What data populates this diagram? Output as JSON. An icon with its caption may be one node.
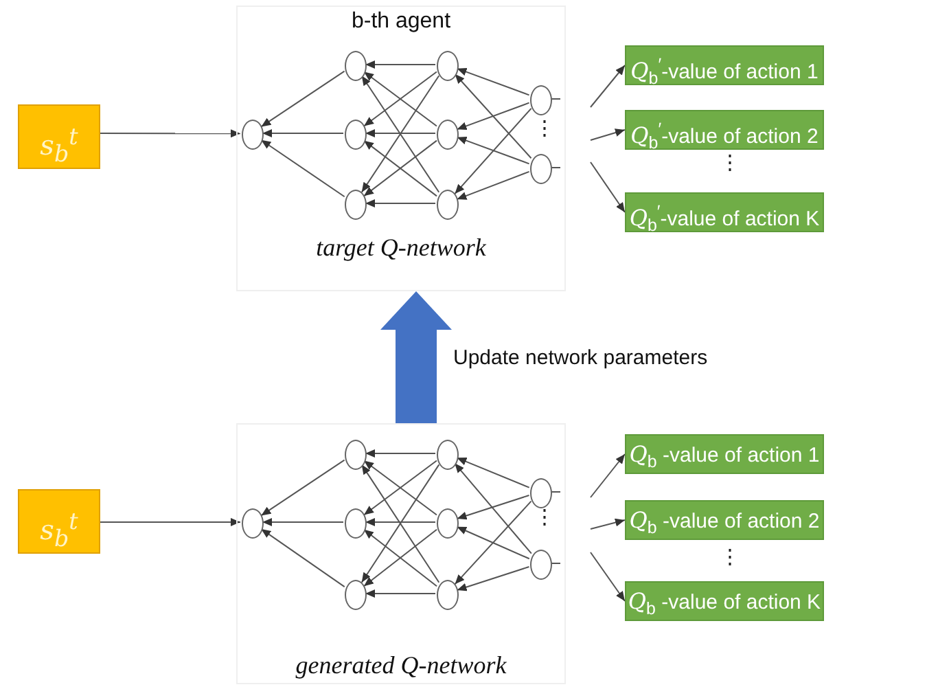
{
  "diagram": {
    "nodes": [
      {
        "text": [
          "s$_{b}$$^{t}$"
        ]
      },
      {
        "text": [
          "b-th agent",
          "target Q-network"
        ]
      },
      {
        "text": [],
        "shape": "circle",
        "in": 1
      },
      {
        "text": [],
        "shape": "circle",
        "in": 1
      },
      {
        "text": [],
        "shape": "circle",
        "in": 1
      },
      {
        "text": [],
        "shape": "circle",
        "in": 1
      },
      {
        "text": [],
        "shape": "circle",
        "in": 1
      },
      {
        "text": [],
        "shape": "circle",
        "in": 1
      },
      {
        "text": [],
        "shape": "circle",
        "in": 1
      },
      {
        "text": [],
        "shape": "circle",
        "in": 1
      },
      {
        "text": [],
        "shape": "circle",
        "in": 1
      },
      {
        "text": [
          "*Q*$_{b}$$^{′}$-value of action 1"
        ]
      },
      {
        "text": [
          "*Q*$_{b}$$^{′}$-value of action 2"
        ]
      },
      {
        "text": [
          "*Q*$_{b}$$^{′}$-value of action K"
        ]
      },
      {
        "text": [
          "s$_{b}$$^{t}$"
        ]
      },
      {
        "text": [
          "generated Q-network"
        ]
      },
      {
        "text": [],
        "shape": "circle",
        "in": 15
      },
      {
        "text": [],
        "shape": "circle",
        "in": 15
      },
      {
        "text": [],
        "shape": "circle",
        "in": 15
      },
      {
        "text": [],
        "shape": "circle",
        "in": 15
      },
      {
        "text": [],
        "shape": "circle",
        "in": 15
      },
      {
        "text": [],
        "shape": "circle",
        "in": 15
      },
      {
        "text": [],
        "shape": "circle",
        "in": 15
      },
      {
        "text": [],
        "shape": "circle",
        "in": 15
      },
      {
        "text": [],
        "shape": "circle",
        "in": 15
      },
      {
        "text": [
          "*Q*$_{b}$ -value of action 1"
        ]
      },
      {
        "text": [
          "*Q*$_{b}$ -value of action 2"
        ]
      },
      {
        "text": [
          "*Q*$_{b}$ -value of action K"
        ]
      }
    ],
    "edges": [
      {
        "from": 0,
        "to": 2,
        "arrow": "to"
      },
      {
        "from": 3,
        "to": 2,
        "arrow": "to"
      },
      {
        "from": 4,
        "to": 2,
        "arrow": "to"
      },
      {
        "from": 5,
        "to": 2,
        "arrow": "to"
      },
      {
        "from": 6,
        "to": 3,
        "arrow": "to"
      },
      {
        "from": 6,
        "to": 4,
        "arrow": "to"
      },
      {
        "from": 6,
        "to": 5,
        "arrow": "to"
      },
      {
        "from": 7,
        "to": 3,
        "arrow": "to"
      },
      {
        "from": 7,
        "to": 4,
        "arrow": "to"
      },
      {
        "from": 7,
        "to": 5,
        "arrow": "to"
      },
      {
        "from": 8,
        "to": 3,
        "arrow": "to"
      },
      {
        "from": 8,
        "to": 4,
        "arrow": "to"
      },
      {
        "from": 8,
        "to": 5,
        "arrow": "to"
      },
      {
        "from": 9,
        "to": 6,
        "arrow": "to"
      },
      {
        "from": 9,
        "to": 7,
        "arrow": "to"
      },
      {
        "from": 9,
        "to": 8,
        "arrow": "to"
      },
      {
        "from": 10,
        "to": 6,
        "arrow": "to"
      },
      {
        "from": 10,
        "to": 7,
        "arrow": "to"
      },
      {
        "from": 10,
        "to": 8,
        "arrow": "to"
      },
      {
        "from": 9,
        "to": null,
        "arrow": "none"
      },
      {
        "from": 10,
        "to": null,
        "arrow": "none"
      },
      {
        "from": null,
        "to": 11,
        "arrow": "to"
      },
      {
        "from": null,
        "to": 12,
        "arrow": "to"
      },
      {
        "from": null,
        "to": 13,
        "arrow": "to"
      },
      {
        "from": 14,
        "to": 16,
        "arrow": "to"
      },
      {
        "from": 17,
        "to": 16,
        "arrow": "to"
      },
      {
        "from": 18,
        "to": 16,
        "arrow": "to"
      },
      {
        "from": 19,
        "to": 16,
        "arrow": "to"
      },
      {
        "from": 20,
        "to": 17,
        "arrow": "to"
      },
      {
        "from": 20,
        "to": 18,
        "arrow": "to"
      },
      {
        "from": 20,
        "to": 19,
        "arrow": "to"
      },
      {
        "from": 21,
        "to": 17,
        "arrow": "to"
      },
      {
        "from": 21,
        "to": 18,
        "arrow": "to"
      },
      {
        "from": 21,
        "to": 19,
        "arrow": "to"
      },
      {
        "from": 22,
        "to": 17,
        "arrow": "to"
      },
      {
        "from": 22,
        "to": 18,
        "arrow": "to"
      },
      {
        "from": 22,
        "to": 19,
        "arrow": "to"
      },
      {
        "from": 23,
        "to": 20,
        "arrow": "to"
      },
      {
        "from": 23,
        "to": 21,
        "arrow": "to"
      },
      {
        "from": 23,
        "to": 22,
        "arrow": "to"
      },
      {
        "from": 24,
        "to": 20,
        "arrow": "to"
      },
      {
        "from": 24,
        "to": 21,
        "arrow": "to"
      },
      {
        "from": 24,
        "to": 22,
        "arrow": "to"
      },
      {
        "from": 23,
        "to": null,
        "arrow": "none"
      },
      {
        "from": 24,
        "to": null,
        "arrow": "none"
      },
      {
        "from": null,
        "to": 25,
        "arrow": "to"
      },
      {
        "from": null,
        "to": 26,
        "arrow": "to"
      },
      {
        "from": null,
        "to": 27,
        "arrow": "to"
      },
      {
        "from": 15,
        "to": 1,
        "arrow": "to",
        "label": "Update network parameters",
        "style": "thick",
        "color": "#4472c4"
      }
    ],
    "labels": [
      "⋮",
      "⋮",
      "⋮",
      "⋮"
    ]
  }
}
